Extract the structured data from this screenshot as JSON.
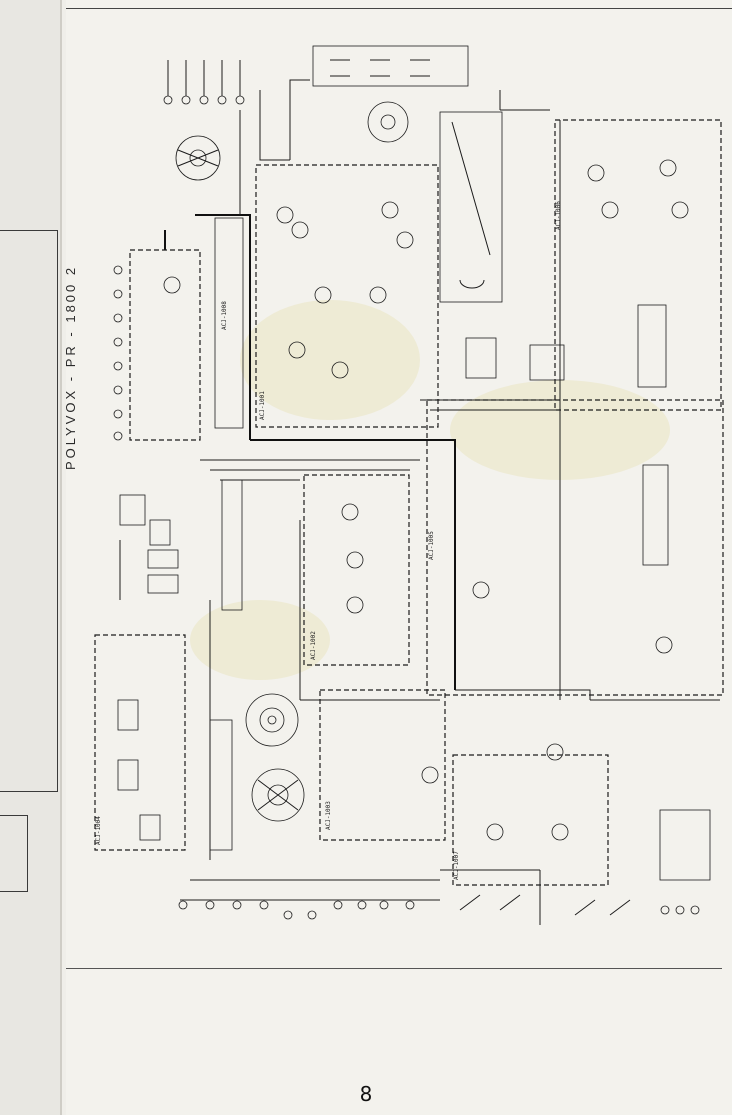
{
  "page": {
    "title": "POLYVOX - PR - 1800 2",
    "page_number": "8"
  },
  "blocks": [
    {
      "id": "b1",
      "label": "ACJ-1008"
    },
    {
      "id": "b2",
      "label": "ACJ-1001"
    },
    {
      "id": "b3",
      "label": "ACJ-1002"
    },
    {
      "id": "b4",
      "label": "ACJ-1003"
    },
    {
      "id": "b5",
      "label": "ACJ-1004"
    },
    {
      "id": "b6",
      "label": "ACJ-1005"
    },
    {
      "id": "b7",
      "label": "ACJ-1006"
    },
    {
      "id": "b8",
      "label": "ACJ-1007"
    }
  ],
  "colors": {
    "ink": "#1c1c1c",
    "paper": "#f3f2ed",
    "stain": "#e9e3b8"
  }
}
